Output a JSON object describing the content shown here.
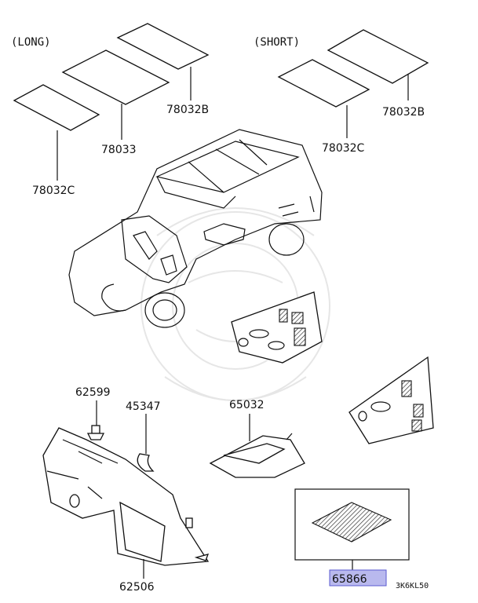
{
  "groups": {
    "long": "(LONG)",
    "short": "(SHORT)"
  },
  "parts": {
    "long_78032b": "78032B",
    "long_78033": "78033",
    "long_78032c": "78032C",
    "short_78032b": "78032B",
    "short_78032c": "78032C",
    "p62599": "62599",
    "p45347": "45347",
    "p65032": "65032",
    "p62506": "62506",
    "p65866": "65866"
  },
  "diagram_code": "3K6KL50",
  "colors": {
    "highlight": "#b9b9ee",
    "highlight_border": "#5a5ad0",
    "line": "#111111"
  }
}
